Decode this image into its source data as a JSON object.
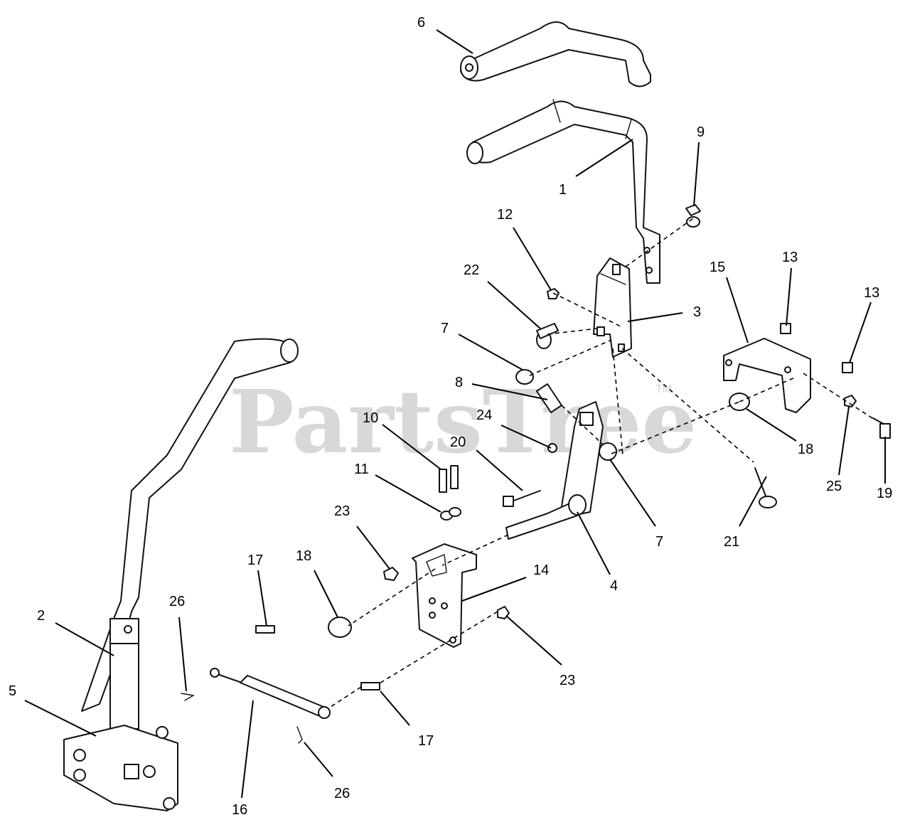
{
  "watermark": {
    "brand": "PartsTree",
    "trademark": "TM"
  },
  "callouts": [
    {
      "label": "6"
    },
    {
      "label": "1"
    },
    {
      "label": "9"
    },
    {
      "label": "12"
    },
    {
      "label": "22"
    },
    {
      "label": "3"
    },
    {
      "label": "15"
    },
    {
      "label": "13"
    },
    {
      "label": "13"
    },
    {
      "label": "7"
    },
    {
      "label": "8"
    },
    {
      "label": "10"
    },
    {
      "label": "24"
    },
    {
      "label": "20"
    },
    {
      "label": "11"
    },
    {
      "label": "18"
    },
    {
      "label": "25"
    },
    {
      "label": "19"
    },
    {
      "label": "21"
    },
    {
      "label": "7"
    },
    {
      "label": "23"
    },
    {
      "label": "14"
    },
    {
      "label": "4"
    },
    {
      "label": "17"
    },
    {
      "label": "18"
    },
    {
      "label": "26"
    },
    {
      "label": "2"
    },
    {
      "label": "5"
    },
    {
      "label": "23"
    },
    {
      "label": "17"
    },
    {
      "label": "26"
    },
    {
      "label": "16"
    }
  ],
  "colors": {
    "line": "#111111",
    "watermark": "#d2d2d2",
    "background": "#ffffff"
  }
}
